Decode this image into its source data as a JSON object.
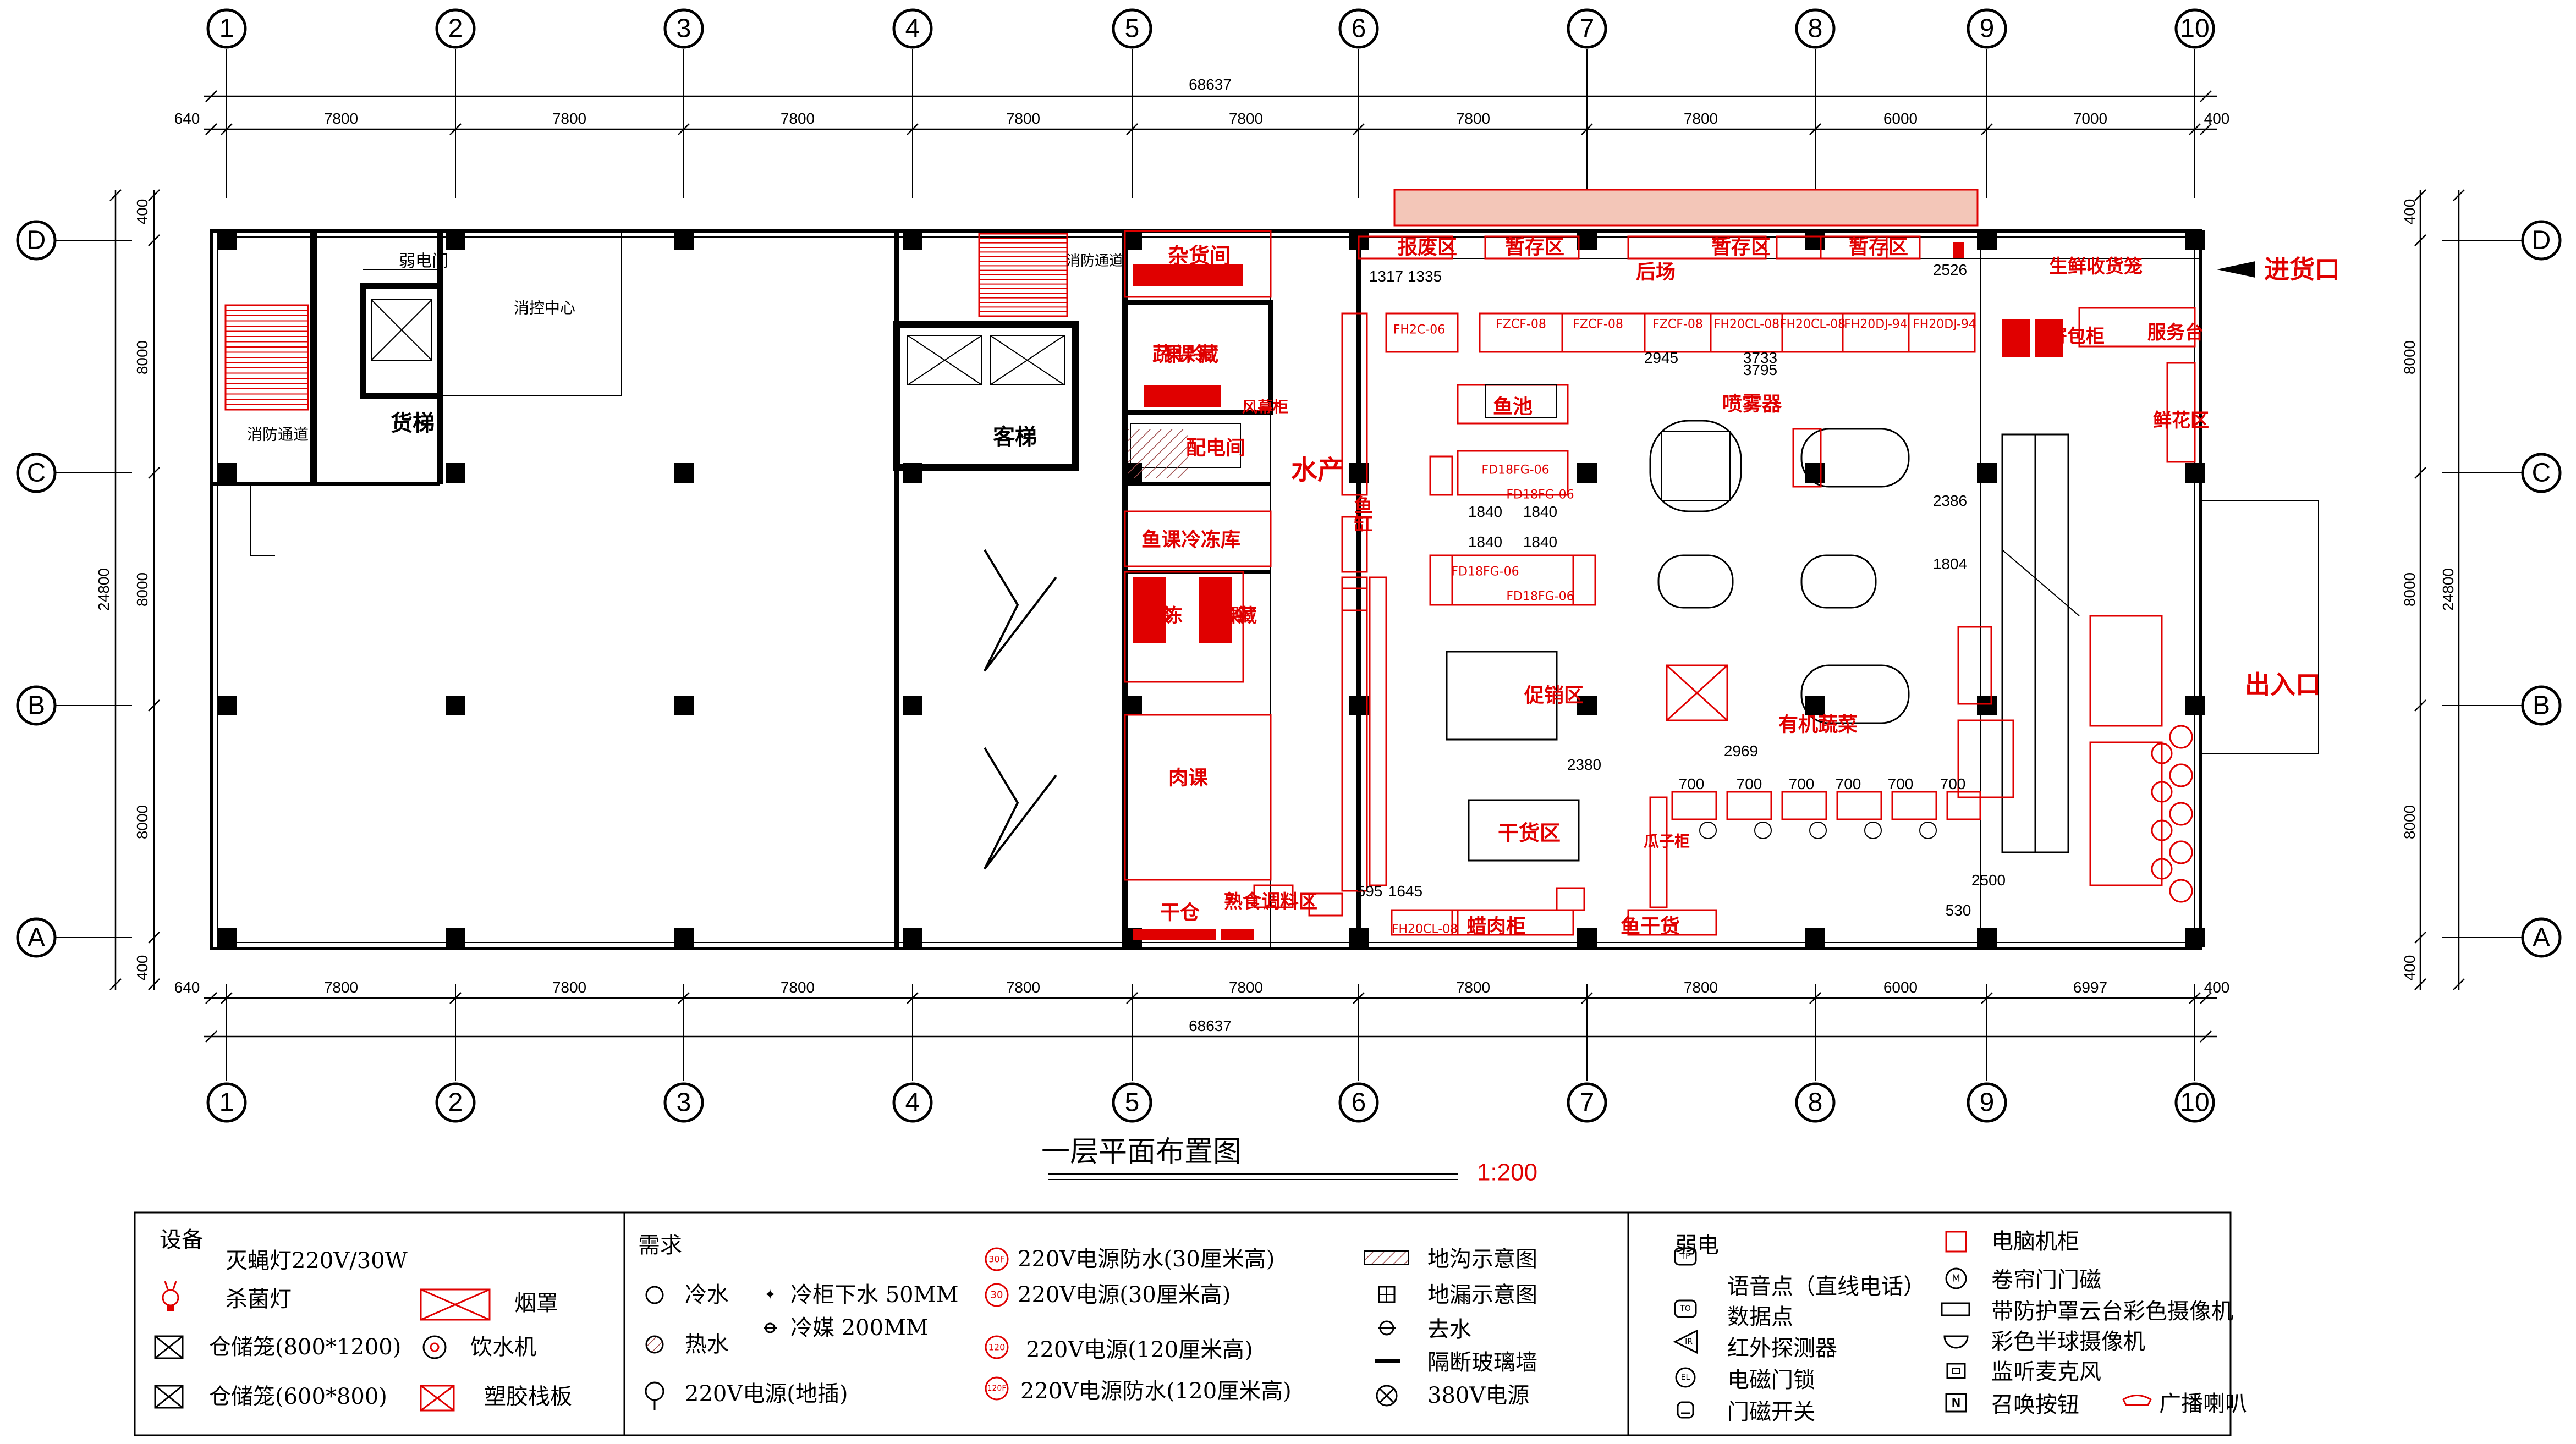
{
  "axes_columns": [
    "1",
    "2",
    "3",
    "4",
    "5",
    "6",
    "7",
    "8",
    "9",
    "10"
  ],
  "axes_rows": [
    "D",
    "C",
    "B",
    "A"
  ],
  "dims_top": {
    "total": "68637",
    "segments": [
      "640",
      "7800",
      "7800",
      "7800",
      "7800",
      "7800",
      "7800",
      "7800",
      "6000",
      "7000",
      "400"
    ]
  },
  "dims_bottom": {
    "total": "68637",
    "segments": [
      "640",
      "7800",
      "7800",
      "7800",
      "7800",
      "7800",
      "7800",
      "7800",
      "6000",
      "6997",
      "400"
    ]
  },
  "dims_left": {
    "total": "24800",
    "segments": [
      "400",
      "8000",
      "8000",
      "8000",
      "400"
    ]
  },
  "dims_right": {
    "total": "24800",
    "segments": [
      "400",
      "8000",
      "8000",
      "8000",
      "400"
    ]
  },
  "rooms_black": {
    "weak_power_room": "弱电间",
    "fire_control_center": "消控中心",
    "fire_passage_left": "消防通道",
    "freight_elevator": "货梯",
    "passenger_elevator": "客梯",
    "fire_passage_mid": "消防通道"
  },
  "rooms_red": {
    "sundries": "杂货间",
    "veg_cold": "蔬果课冷藏",
    "distribution_room": "配电间",
    "aquatic": "水产",
    "fish_tank": "鱼缸",
    "fish_cold": "鱼课冷冻库",
    "meat_freeze": "肉课冷冻",
    "meat_cold": "肉课冷藏",
    "meat_section": "肉课",
    "dry_warehouse": "干仓",
    "cooked_meat": "熟食调料区",
    "waste_area": "报废区",
    "temp_storage_1": "暂存区",
    "back_area": "后场",
    "temp_storage_2": "暂存区",
    "temp_storage_3": "暂存区",
    "fresh_cage": "生鲜收货笼",
    "locker": "寄包柜",
    "service_desk": "服务台",
    "flower_area": "鲜花区",
    "entry": "进货口",
    "exit_entry": "出入口",
    "fish_pond": "鱼池",
    "sprayer": "喷雾器",
    "promo_area": "促销区",
    "dry_goods": "干货区",
    "organic_veg": "有机蔬菜",
    "wax_meat": "蜡肉柜",
    "dried_fish": "鱼干货",
    "seed_cabinet": "瓜子柜",
    "wind_curtain": "风幕柜"
  },
  "equipment_labels": [
    "FZCF-08",
    "FZCF-08",
    "FZCF-08",
    "FH20CL-08",
    "FH20CL-08",
    "FH20DJ-94",
    "FH20DJ-94",
    "FH2C-06",
    "FD18FG-06",
    "FD18FG-06",
    "FD18FG-06",
    "FD18FG-06",
    "FH20CL-08"
  ],
  "small_dims": [
    "1317",
    "1335",
    "2526",
    "2945",
    "3733",
    "3795",
    "1840",
    "1840",
    "1840",
    "1840",
    "2969",
    "2386",
    "700",
    "700",
    "700",
    "700",
    "700",
    "700",
    "530",
    "2500",
    "1645",
    "595",
    "2380",
    "1804"
  ],
  "title": {
    "main": "一层平面布置图",
    "scale": "1:200"
  },
  "legend": {
    "equipment": {
      "header": "设备",
      "items": [
        {
          "icon": "fly-lamp-icon",
          "label": "灭蝇灯220V/30W"
        },
        {
          "icon": "germicidal-lamp-icon",
          "label": "杀菌灯"
        },
        {
          "icon": "hood-icon",
          "label": "烟罩"
        },
        {
          "icon": "storage-cage-icon",
          "label": "仓储笼(800*1200)"
        },
        {
          "icon": "water-dispenser-icon",
          "label": "饮水机"
        },
        {
          "icon": "storage-cage-small-icon",
          "label": "仓储笼(600*800)"
        },
        {
          "icon": "plastic-pallet-icon",
          "label": "塑胶栈板"
        }
      ]
    },
    "demand": {
      "header": "需求",
      "items": [
        {
          "icon": "cold-water-icon",
          "label": "冷水"
        },
        {
          "icon": "fridge-drain-icon",
          "label": "冷柜下水 50MM"
        },
        {
          "icon": "refrigerant-icon",
          "label": "冷媒 200MM"
        },
        {
          "icon": "hot-water-icon",
          "label": "热水"
        },
        {
          "icon": "floor-socket-icon",
          "label": "220V电源(地插)"
        },
        {
          "icon": "power-30-waterproof-icon",
          "label": "220V电源防水(30厘米高)"
        },
        {
          "icon": "power-30-icon",
          "label": "220V电源(30厘米高)"
        },
        {
          "icon": "power-120-icon",
          "label": "220V电源(120厘米高)"
        },
        {
          "icon": "power-120-waterproof-icon",
          "label": "220V电源防水(120厘米高)"
        },
        {
          "icon": "trench-icon",
          "label": "地沟示意图"
        },
        {
          "icon": "floor-drain-icon",
          "label": "地漏示意图"
        },
        {
          "icon": "drain-icon",
          "label": "去水"
        },
        {
          "icon": "glass-wall-icon",
          "label": "隔断玻璃墙"
        },
        {
          "icon": "power-380-icon",
          "label": "380V电源"
        }
      ]
    },
    "weak": {
      "header": "弱电",
      "items": [
        {
          "icon": "voice-point-icon",
          "label": "语音点（直线电话）"
        },
        {
          "icon": "data-point-icon",
          "label": "数据点"
        },
        {
          "icon": "infrared-detector-icon",
          "label": "红外探测器"
        },
        {
          "icon": "magnetic-lock-icon",
          "label": "电磁门锁"
        },
        {
          "icon": "door-switch-icon",
          "label": "门磁开关"
        },
        {
          "icon": "computer-cabinet-icon",
          "label": "电脑机柜"
        },
        {
          "icon": "shutter-door-icon",
          "label": "卷帘门门磁"
        },
        {
          "icon": "ptz-camera-icon",
          "label": "带防护罩云台彩色摄像机"
        },
        {
          "icon": "dome-camera-icon",
          "label": "彩色半球摄像机"
        },
        {
          "icon": "mic-icon",
          "label": "监听麦克风"
        },
        {
          "icon": "call-button-icon",
          "label": "召唤按钮"
        },
        {
          "icon": "speaker-icon",
          "label": "广播喇叭"
        }
      ]
    }
  }
}
